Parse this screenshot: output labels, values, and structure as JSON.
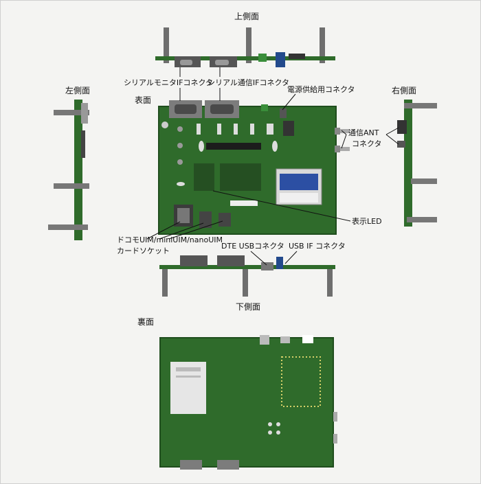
{
  "labels": {
    "top_view": "上側面",
    "left_view": "左側面",
    "right_view": "右側面",
    "front_view": "表面",
    "bottom_view": "下側面",
    "back_view": "裏面",
    "serial_monitor_if": "シリアルモニタIFコネクタ",
    "serial_comm_if": "シリアル通信IFコネクタ",
    "power_connector": "電源供給用コネクタ",
    "ant_line1": "通信ANT",
    "ant_line2": "コネクタ",
    "display_led": "表示LED",
    "uim_line1": "ドコモUIM/miniUIM/nanoUIM",
    "uim_line2": "カードソケット",
    "dte_usb": "DTE USBコネクタ",
    "usb_if": "USB IF コネクタ"
  },
  "colors": {
    "pcb": "#2f6b2b",
    "pcb_dark": "#1f4d1d",
    "metal": "#8d8d8d",
    "label_sticker": "#2c4fa3",
    "background": "#f4f4f2"
  }
}
